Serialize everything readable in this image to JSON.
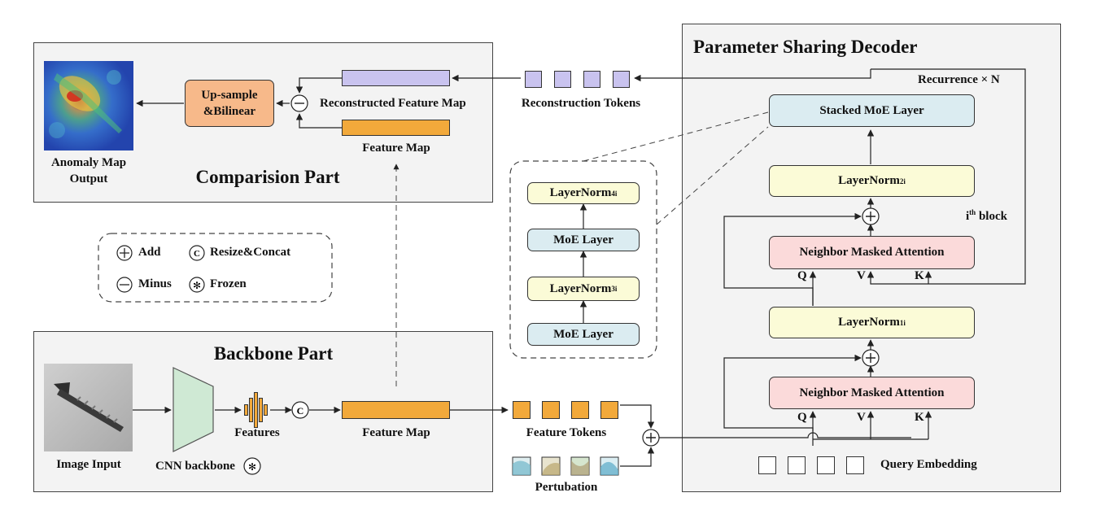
{
  "diagram": {
    "comparison_part": {
      "title": "Comparision Part",
      "anomaly_map_label": "Anomaly Map\nOutput",
      "upsample_box": "Up-sample\n&Bilinear",
      "reconstructed_feature_map": "Reconstructed Feature Map",
      "feature_map": "Feature Map"
    },
    "reconstruction_tokens": "Reconstruction Tokens",
    "legend": {
      "add": "Add",
      "resize_concat": "Resize&Concat",
      "minus": "Minus",
      "frozen": "Frozen"
    },
    "backbone_part": {
      "title": "Backbone Part",
      "image_input": "Image Input",
      "cnn_backbone": "CNN backbone",
      "features": "Features",
      "feature_map": "Feature Map"
    },
    "feature_tokens": "Feature Tokens",
    "pertubation": "Pertubation",
    "moe_detail": {
      "layernorm4": "LayerNorm",
      "layernorm4_sup": "4",
      "layernorm4_sub": "i",
      "moe_layer_top": "MoE Layer",
      "layernorm3": "LayerNorm",
      "layernorm3_sup": "3",
      "layernorm3_sub": "i",
      "moe_layer_bottom": "MoE Layer"
    },
    "decoder": {
      "title": "Parameter Sharing Decoder",
      "recurrence": "Recurrence × N",
      "stacked_moe": "Stacked MoE Layer",
      "layernorm2": "LayerNorm",
      "layernorm2_sup": "2",
      "layernorm2_sub": "i",
      "ith_block_i": "i",
      "ith_block_th": "th",
      "ith_block": "block",
      "nma_top": "Neighbor Masked Attention",
      "layernorm1": "LayerNorm",
      "layernorm1_sup": "1",
      "layernorm1_sub": "i",
      "nma_bottom": "Neighbor Masked Attention",
      "q": "Q",
      "v": "V",
      "k": "K",
      "query_embedding": "Query Embedding"
    },
    "symbols": {
      "minus": "−",
      "concat": "C",
      "frozen": "✻"
    },
    "colors": {
      "panel_bg": "#f3f3f3",
      "orange": "#f2a93b",
      "purple": "#c9c3ef",
      "upsample": "#f7b98a",
      "blue": "#dbecf1",
      "yellow": "#fbfbd7",
      "pink": "#fbdada",
      "green": "#cfe9d4"
    }
  }
}
